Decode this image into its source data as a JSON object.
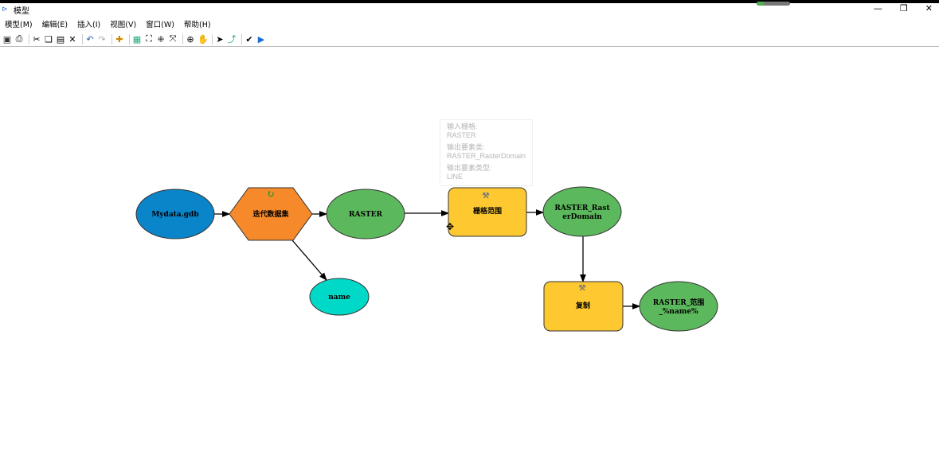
{
  "window": {
    "title": "模型"
  },
  "menu": [
    "模型(M)",
    "编辑(E)",
    "插入(I)",
    "视图(V)",
    "窗口(W)",
    "帮助(H)"
  ],
  "toolbar": [
    "save-icon",
    "print-icon",
    "cut-icon",
    "copy-icon",
    "paste-icon",
    "delete-icon",
    "undo-icon",
    "redo-icon",
    "add-data-icon",
    "auto-layout-icon",
    "full-extent-icon",
    "zoom-in-fixed-icon",
    "zoom-out-fixed-icon",
    "zoom-icon",
    "pan-icon",
    "select-icon",
    "connect-icon",
    "validate-icon",
    "run-icon"
  ],
  "tooltip": {
    "l1": "输入栅格:",
    "v1": "RASTER",
    "l2": "输出要素类:",
    "v2": "RASTER_RasterDomain",
    "l3": "输出要素类型:",
    "v3": "LINE"
  },
  "nodes": {
    "mydata": "Mydata.gdb",
    "iterate": "迭代数据集",
    "raster": "RASTER",
    "domain_tool": "栅格范围",
    "domain_out1": "RASTER_Rast",
    "domain_out2": "erDomain",
    "name": "name",
    "copy": "复制",
    "copy_out1": "RASTER_范围",
    "copy_out2": "_%name%"
  },
  "colors": {
    "blue": "#0a85c9",
    "orange": "#f68a2b",
    "green": "#5cb85c",
    "yellow": "#fdc830",
    "cyan": "#00d8c8"
  }
}
